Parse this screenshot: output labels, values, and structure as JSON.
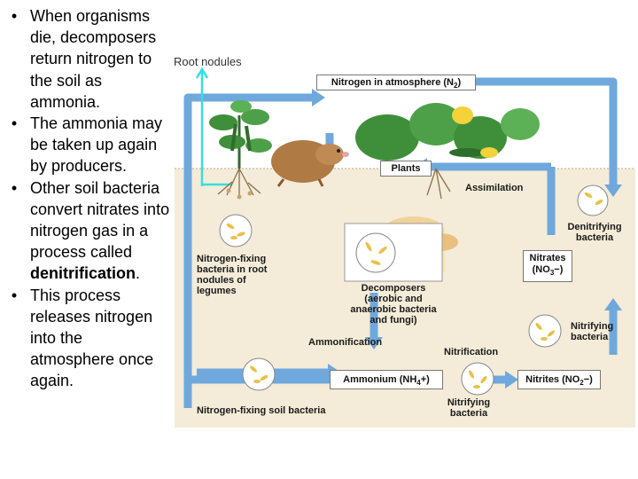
{
  "bullets": [
    {
      "text": "When organisms die, decomposers return nitrogen to the soil as ammonia."
    },
    {
      "text": "The ammonia may be taken up again by producers."
    },
    {
      "text_before": "Other soil bacteria convert nitrates into nitrogen gas in a process called ",
      "bold": "denitrification",
      "text_after": "."
    },
    {
      "text": "This process releases nitrogen into the atmosphere once again."
    }
  ],
  "bullet_symbol": "•",
  "diagram": {
    "root_nodules": "Root nodules",
    "atmosphere": "Nitrogen in atmosphere (N",
    "atmosphere_sub": "2",
    "atmosphere_end": ")",
    "plants": "Plants",
    "assimilation": "Assimilation",
    "denitrifying": "Denitrifying bacteria",
    "nitrates": "Nitrates",
    "nitrates_formula": "(NO",
    "nitrates_sub": "3",
    "nitrates_end": "−)",
    "nfix_root": "Nitrogen-fixing bacteria in root nodules of legumes",
    "decomposers": "Decomposers (aerobic and anaerobic bacteria and fungi)",
    "nitrifying_right": "Nitrifying bacteria",
    "ammonification": "Ammonification",
    "nitrification": "Nitrification",
    "ammonium": "Ammonium (NH",
    "ammonium_sub": "4",
    "ammonium_end": "+)",
    "nitrites": "Nitrites (NO",
    "nitrites_sub": "2",
    "nitrites_end": "−)",
    "nfix_soil": "Nitrogen-fixing soil bacteria",
    "nitrifying_bottom": "Nitrifying bacteria"
  },
  "colors": {
    "arrow_blue": "#6fa8dc",
    "soil": "#f4ecd8",
    "leaf_green": "#3f8f3a",
    "mole_brown": "#b07a45",
    "mushroom": "#f1d39a",
    "bacteria_yellow": "#e7c14a",
    "cyan_marker": "#34e0e0"
  }
}
